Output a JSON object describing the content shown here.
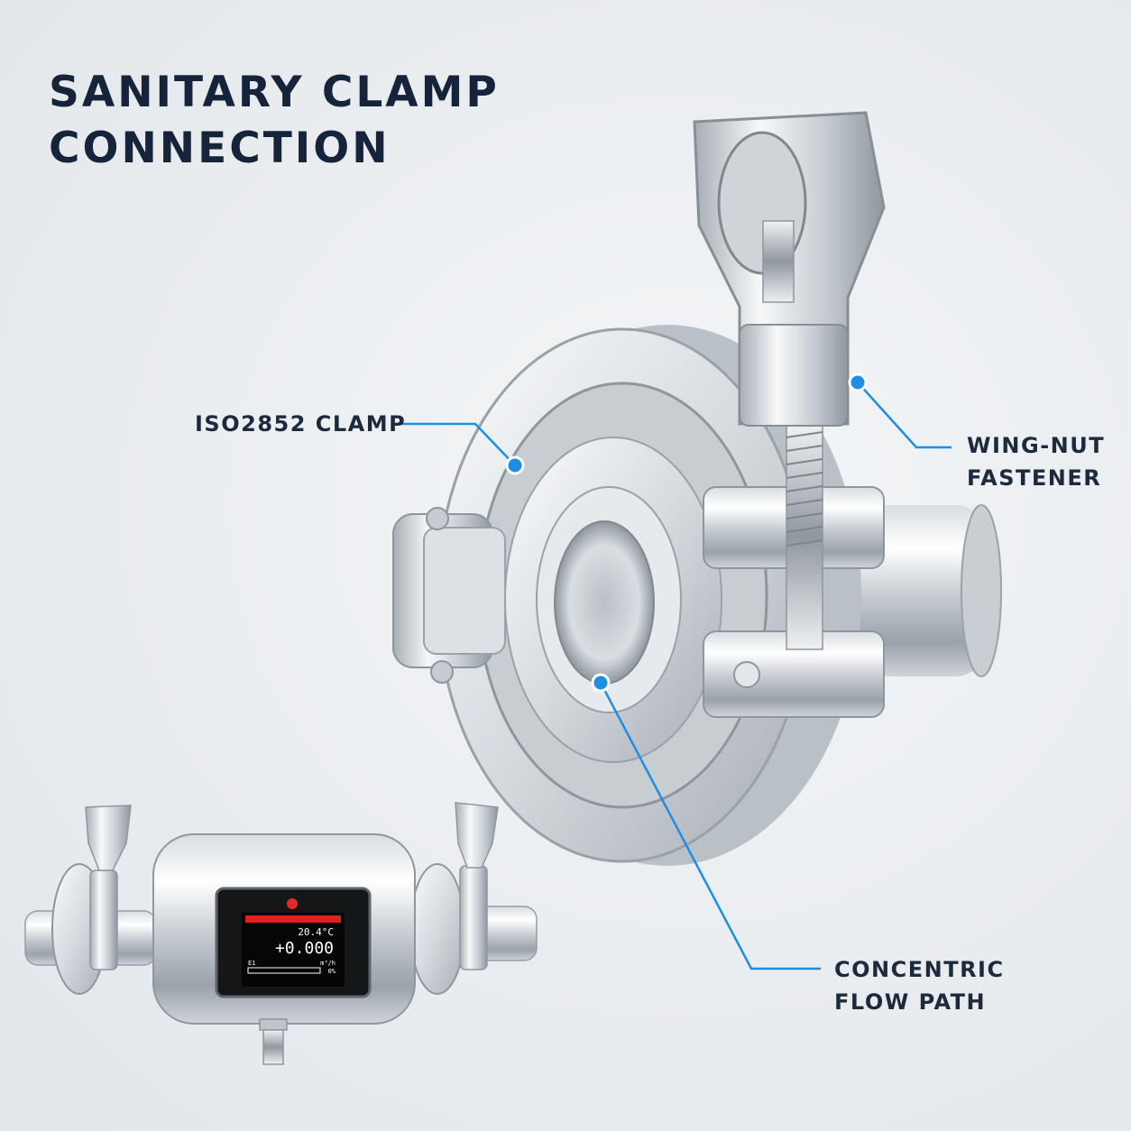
{
  "title": {
    "line1": "SANITARY CLAMP",
    "line2": "CONNECTION"
  },
  "callouts": {
    "clamp": "ISO2852 CLAMP",
    "wingnut": {
      "line1": "WING-NUT",
      "line2": "FASTENER"
    },
    "flow": {
      "line1": "CONCENTRIC",
      "line2": "FLOW PATH"
    }
  },
  "display": {
    "temperature": "20.4°C",
    "reading": "+0.000",
    "channel": "E1",
    "unit": "m³/h",
    "percent": "0%"
  },
  "colors": {
    "title": "#15233b",
    "callout_line": "#1e8fe0",
    "steel_light": "#f2f4f6",
    "steel_dark": "#8b939b",
    "status_led": "#e32a2a",
    "lcd_bar": "#e21f1f"
  }
}
